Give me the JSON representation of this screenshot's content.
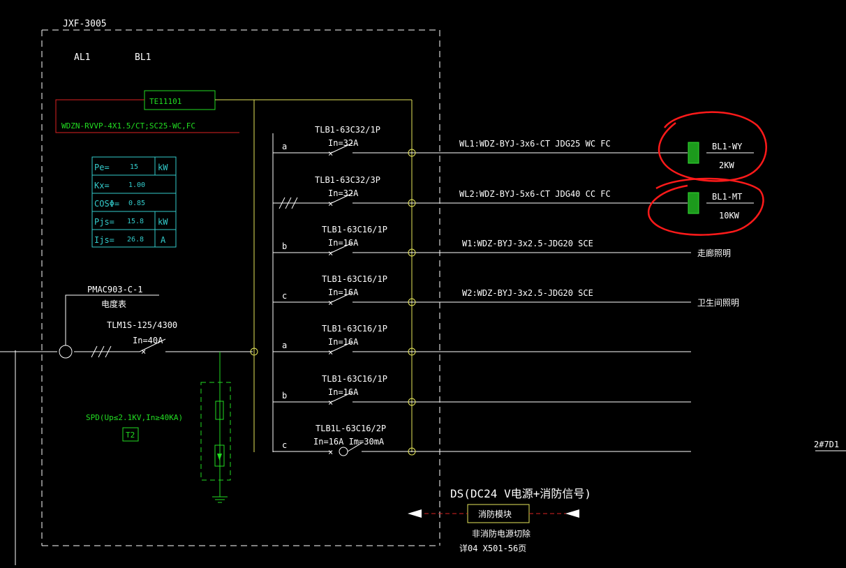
{
  "cabinet": {
    "name": "JXF-3005",
    "labels": [
      "AL1",
      "BL1"
    ]
  },
  "meter_box": {
    "code": "TE11101",
    "cable": "WDZN-RVVP-4X1.5/CT;SC25-WC,FC"
  },
  "load_table": [
    {
      "name": "Pe=",
      "value": "15",
      "unit": "kW"
    },
    {
      "name": "Kx=",
      "value": "1.00",
      "unit": ""
    },
    {
      "name": "COSΦ=",
      "value": "0.85",
      "unit": ""
    },
    {
      "name": "Pjs=",
      "value": "15.8",
      "unit": "kW"
    },
    {
      "name": "Ijs=",
      "value": "26.8",
      "unit": "A"
    }
  ],
  "meter": {
    "model": "PMAC903-C-1",
    "label": "电度表"
  },
  "main_breaker": {
    "model": "TLM1S-125/4300",
    "rating": "In=40A"
  },
  "spd": {
    "label": "SPD(Up≤2.1KV,In≥40KA)",
    "class": "T2"
  },
  "circuits": [
    {
      "phase": "a",
      "breaker": "TLB1-63C32/1P",
      "rating": "In=32A",
      "cable": "WL1:WDZ-BYJ-3x6-CT JDG25 WC FC",
      "load": "BL1-WY",
      "power": "2KW"
    },
    {
      "phase": "",
      "breaker": "TLB1-63C32/3P",
      "rating": "In=32A",
      "cable": "WL2:WDZ-BYJ-5x6-CT JDG40 CC FC",
      "load": "BL1-MT",
      "power": "10KW"
    },
    {
      "phase": "b",
      "breaker": "TLB1-63C16/1P",
      "rating": "In=16A",
      "cable": "W1:WDZ-BYJ-3x2.5-JDG20 SCE",
      "load": "走廊照明",
      "power": ""
    },
    {
      "phase": "c",
      "breaker": "TLB1-63C16/1P",
      "rating": "In=16A",
      "cable": "W2:WDZ-BYJ-3x2.5-JDG20 SCE",
      "load": "卫生间照明",
      "power": ""
    },
    {
      "phase": "a",
      "breaker": "TLB1-63C16/1P",
      "rating": "In=16A",
      "cable": "",
      "load": "",
      "power": ""
    },
    {
      "phase": "b",
      "breaker": "TLB1-63C16/1P",
      "rating": "In=16A",
      "cable": "",
      "load": "",
      "power": ""
    },
    {
      "phase": "c",
      "breaker": "TLB1L-63C16/2P",
      "rating": "In=16A Im=30mA",
      "cable": "",
      "load": "",
      "power": ""
    }
  ],
  "fire_module": {
    "title": "DS(DC24 V电源+消防信号)",
    "label": "消防模块",
    "note1": "非消防电源切除",
    "note2": "详04 X501-56页"
  },
  "incoming": "2#7D1",
  "colors": {
    "background": "#000000",
    "line": "#ffffff",
    "bus": "#e6e65a",
    "green": "#22dd22",
    "cyan": "#33cccc",
    "red": "#dd2222",
    "markup": "#ff1a1a"
  }
}
